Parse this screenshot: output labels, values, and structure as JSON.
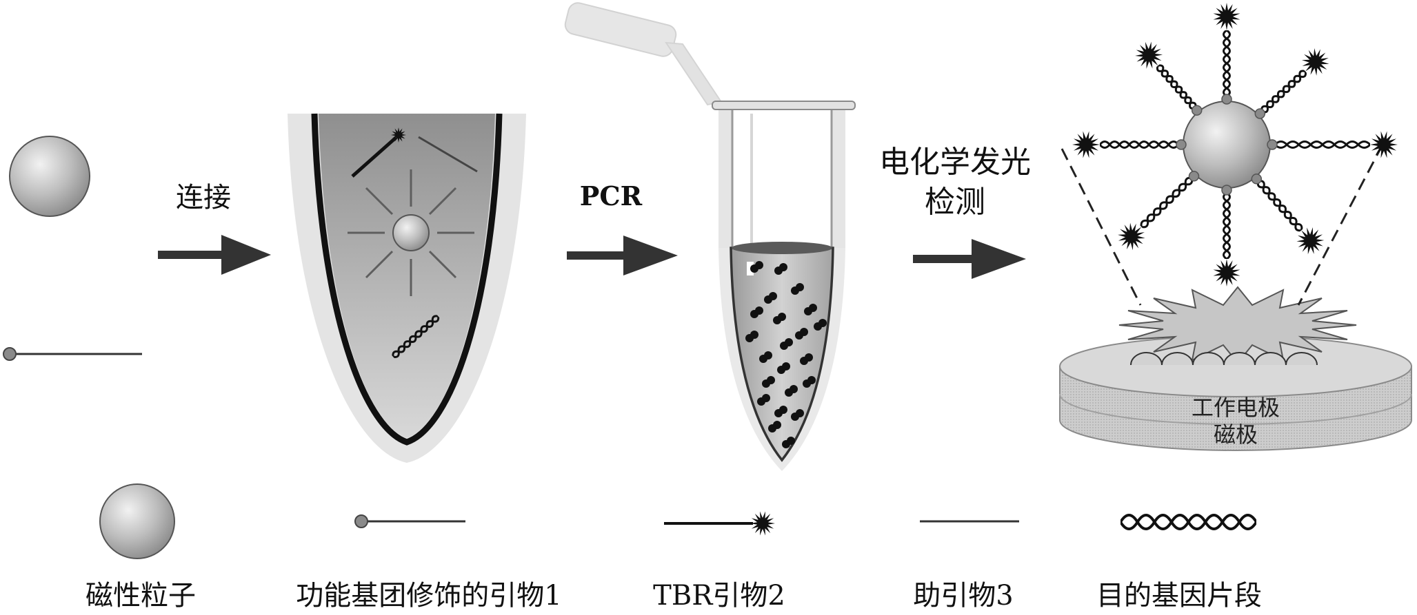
{
  "process": {
    "step1_label": "连接",
    "step2_label": "PCR",
    "step3_label_line1": "电化学发光",
    "step3_label_line2": "检测"
  },
  "electrode": {
    "working_electrode_label": "工作电极",
    "magnet_label": "磁极"
  },
  "legend": [
    {
      "icon": "magnetic-particle-icon",
      "label": "磁性粒子"
    },
    {
      "icon": "primer-1-icon",
      "label": "功能基团修饰的引物1"
    },
    {
      "icon": "tbr-primer-2-icon",
      "label": "TBR引物2"
    },
    {
      "icon": "primer-3-icon",
      "label": "助引物3"
    },
    {
      "icon": "target-gene-helix-icon",
      "label": "目的基因片段"
    }
  ]
}
